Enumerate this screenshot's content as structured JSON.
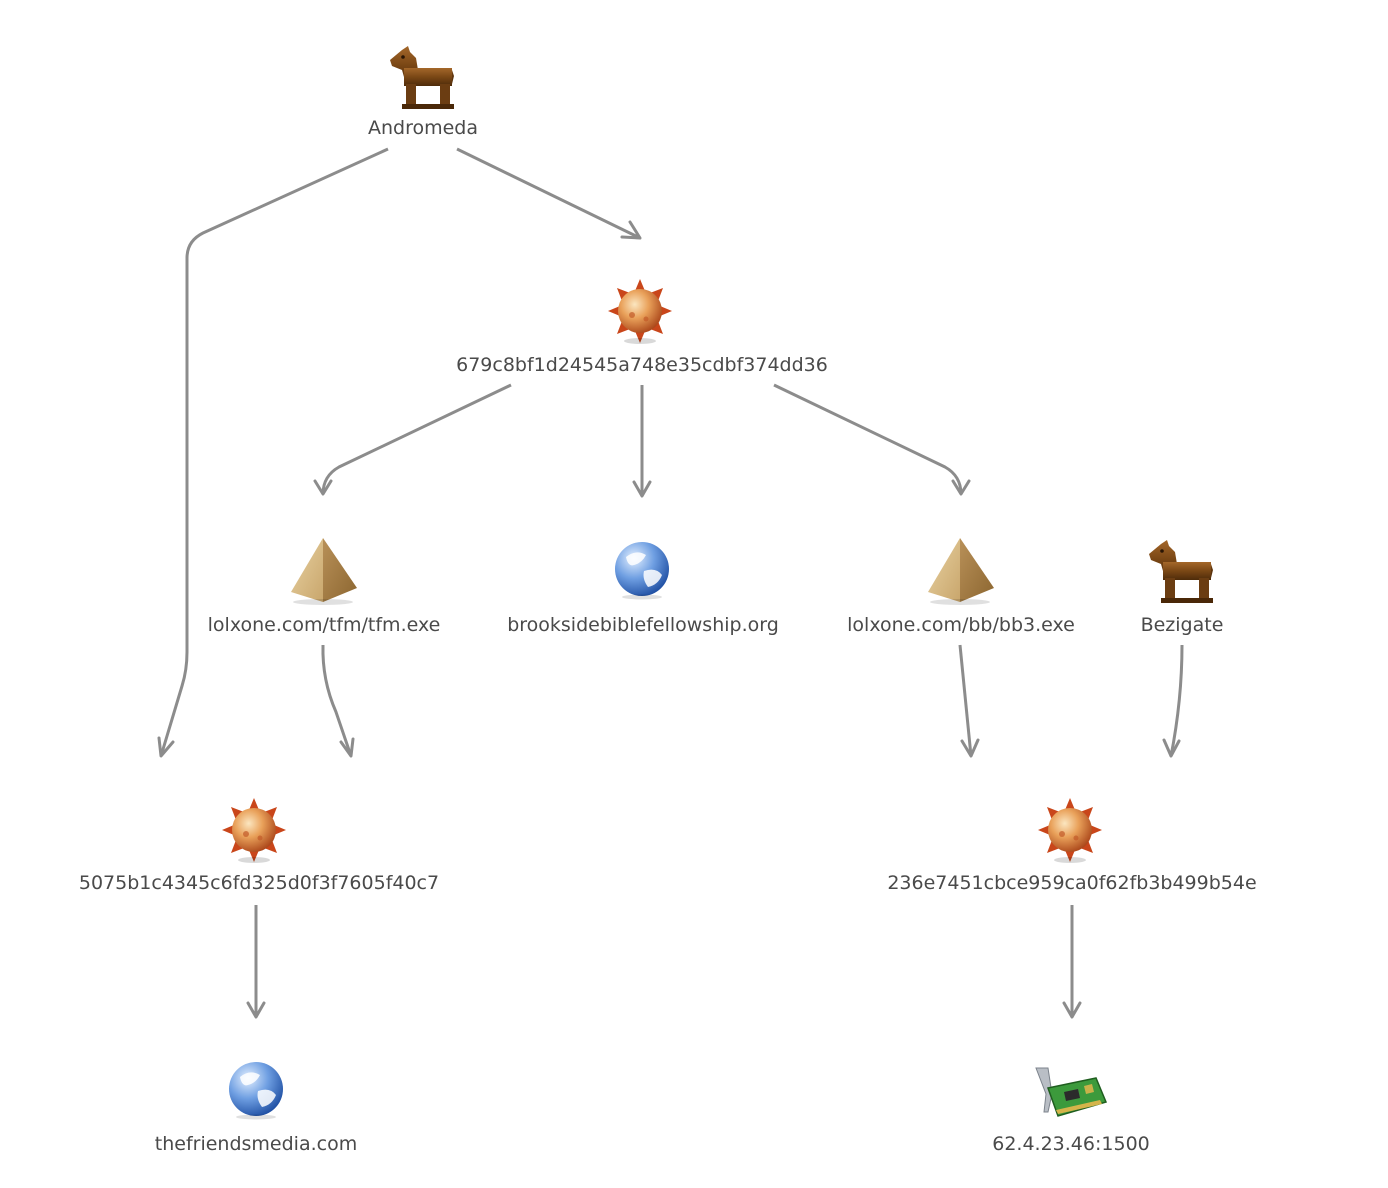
{
  "graph": {
    "nodes": [
      {
        "id": "andromeda",
        "label": "Andromeda",
        "icon": "trojan-horse-icon"
      },
      {
        "id": "hash1",
        "label": "679c8bf1d24545a748e35cdbf374dd36",
        "icon": "malware-spiked-ball-icon"
      },
      {
        "id": "tfm",
        "label": "lolxone.com/tfm/tfm.exe",
        "icon": "pyramid-icon"
      },
      {
        "id": "brookside",
        "label": "brooksidebiblefellowship.org",
        "icon": "globe-icon"
      },
      {
        "id": "bb3",
        "label": "lolxone.com/bb/bb3.exe",
        "icon": "pyramid-icon"
      },
      {
        "id": "bezigate",
        "label": "Bezigate",
        "icon": "trojan-horse-icon"
      },
      {
        "id": "hash2",
        "label": "5075b1c4345c6fd325d0f3f7605f40c7",
        "icon": "malware-spiked-ball-icon"
      },
      {
        "id": "hash3",
        "label": "236e7451cbce959ca0f62fb3b499b54e",
        "icon": "malware-spiked-ball-icon"
      },
      {
        "id": "friends",
        "label": "thefriendsmedia.com",
        "icon": "globe-icon"
      },
      {
        "id": "ip",
        "label": "62.4.23.46:1500",
        "icon": "network-card-icon"
      }
    ],
    "edges": [
      {
        "from": "andromeda",
        "to": "hash1"
      },
      {
        "from": "andromeda",
        "to": "hash2"
      },
      {
        "from": "hash1",
        "to": "tfm"
      },
      {
        "from": "hash1",
        "to": "brookside"
      },
      {
        "from": "hash1",
        "to": "bb3"
      },
      {
        "from": "tfm",
        "to": "hash2"
      },
      {
        "from": "bb3",
        "to": "hash3"
      },
      {
        "from": "bezigate",
        "to": "hash3"
      },
      {
        "from": "hash2",
        "to": "friends"
      },
      {
        "from": "hash3",
        "to": "ip"
      }
    ]
  }
}
